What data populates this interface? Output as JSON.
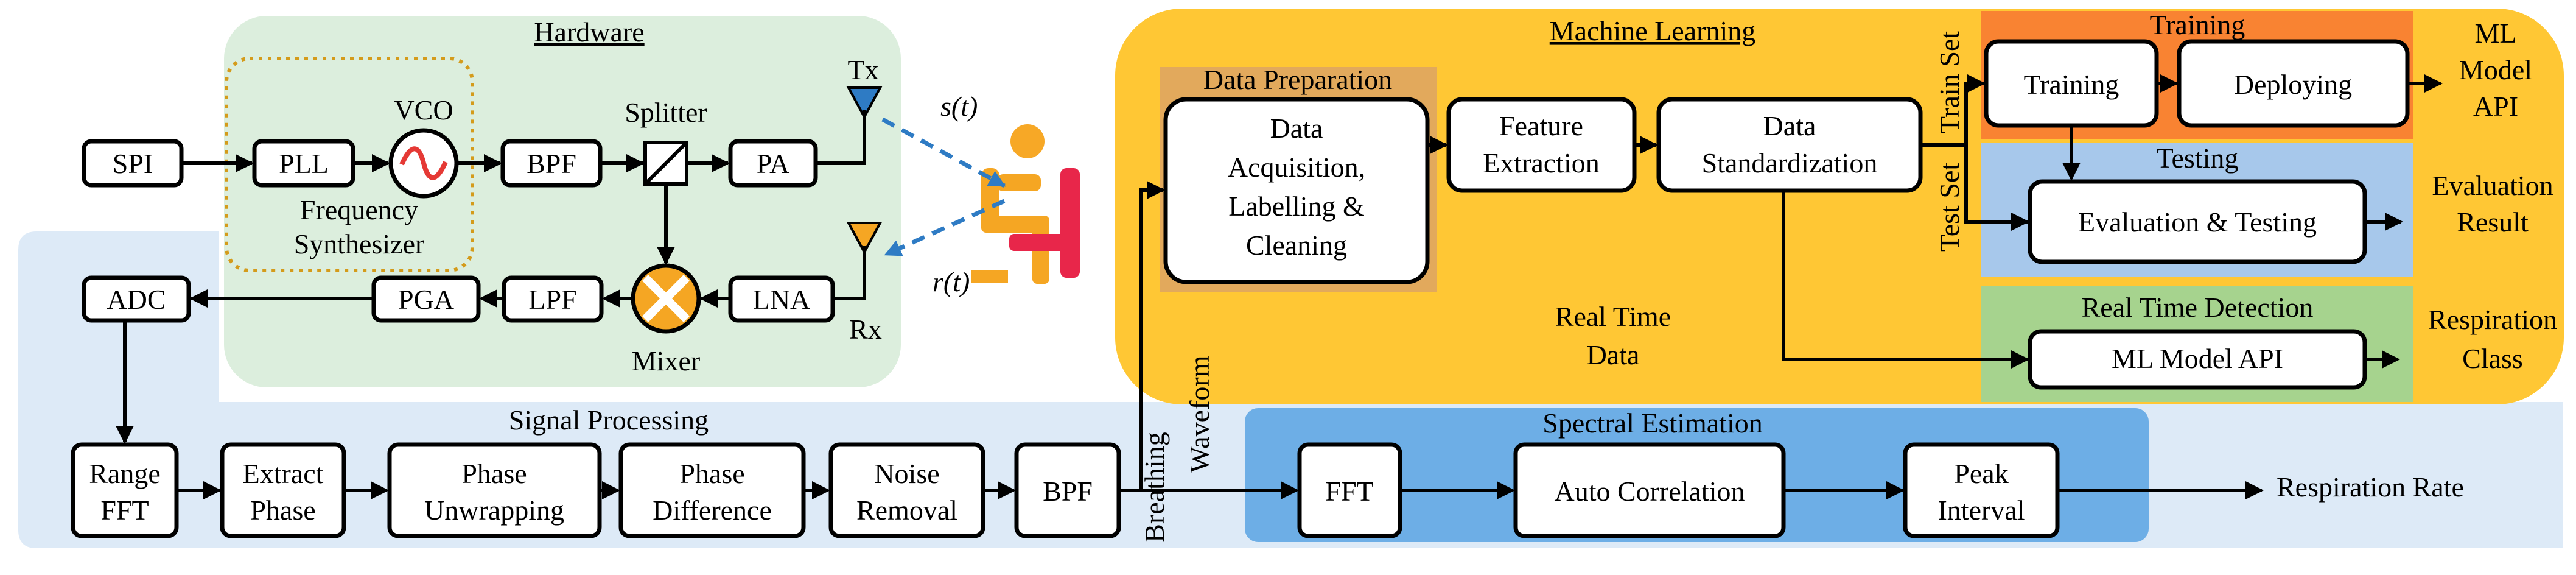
{
  "regions": {
    "hardware": "Hardware",
    "signal_processing": "Signal Processing",
    "spectral_estimation": "Spectral Estimation",
    "machine_learning": "Machine Learning",
    "data_preparation": "Data Preparation",
    "training": "Training",
    "testing": "Testing",
    "real_time_detection": "Real Time Detection"
  },
  "hardware": {
    "spi": "SPI",
    "pll": "PLL",
    "vco": "VCO",
    "bpf": "BPF",
    "splitter": "Splitter",
    "pa": "PA",
    "tx": "Tx",
    "rx": "Rx",
    "frequency_synthesizer": [
      "Frequency",
      "Synthesizer"
    ],
    "adc": "ADC",
    "pga": "PGA",
    "lpf": "LPF",
    "mixer": "Mixer",
    "lna": "LNA",
    "s_t": "s(t)",
    "r_t": "r(t)"
  },
  "signal_processing": {
    "range_fft": [
      "Range",
      "FFT"
    ],
    "extract_phase": [
      "Extract",
      "Phase"
    ],
    "phase_unwrapping": [
      "Phase",
      "Unwrapping"
    ],
    "phase_difference": [
      "Phase",
      "Difference"
    ],
    "noise_removal": [
      "Noise",
      "Removal"
    ],
    "bpf": "BPF",
    "breathing_waveform": [
      "Breathing",
      "Waveform"
    ]
  },
  "spectral": {
    "fft": "FFT",
    "auto_correlation": "Auto Correlation",
    "peak_interval": [
      "Peak",
      "Interval"
    ],
    "respiration_rate": "Respiration Rate"
  },
  "ml": {
    "data_acq": [
      "Data",
      "Acquisition,",
      "Labelling &",
      "Cleaning"
    ],
    "feature_extraction": [
      "Feature",
      "Extraction"
    ],
    "data_standardization": [
      "Data",
      "Standardization"
    ],
    "train_set": "Train Set",
    "test_set": "Test Set",
    "training_box": "Training",
    "deploying": "Deploying",
    "ml_model_api_out": [
      "ML",
      "Model",
      "API"
    ],
    "evaluation_testing": "Evaluation & Testing",
    "evaluation_result": [
      "Evaluation",
      "Result"
    ],
    "real_time_data": [
      "Real Time",
      "Data"
    ],
    "ml_model_api": "ML Model API",
    "respiration_class": [
      "Respiration",
      "Class"
    ]
  },
  "colors": {
    "hardware_bg": "#dceedd",
    "signal_bg": "#ddeaf7",
    "spectral_bg": "#6daee6",
    "ml_bg": "#ffc734",
    "data_prep_bg": "#e2a95c",
    "training_bg": "#f98332",
    "testing_bg": "#a7c8eb",
    "realtime_bg": "#a6d38e",
    "vco_red": "#e53935",
    "mixer_orange": "#f5a623",
    "antenna_tx": "#2e7bc4",
    "antenna_rx": "#f5a623"
  },
  "icons": [
    "antenna-icon",
    "person-in-chair-icon",
    "sine-wave-icon",
    "mixer-cross-icon",
    "splitter-icon"
  ]
}
